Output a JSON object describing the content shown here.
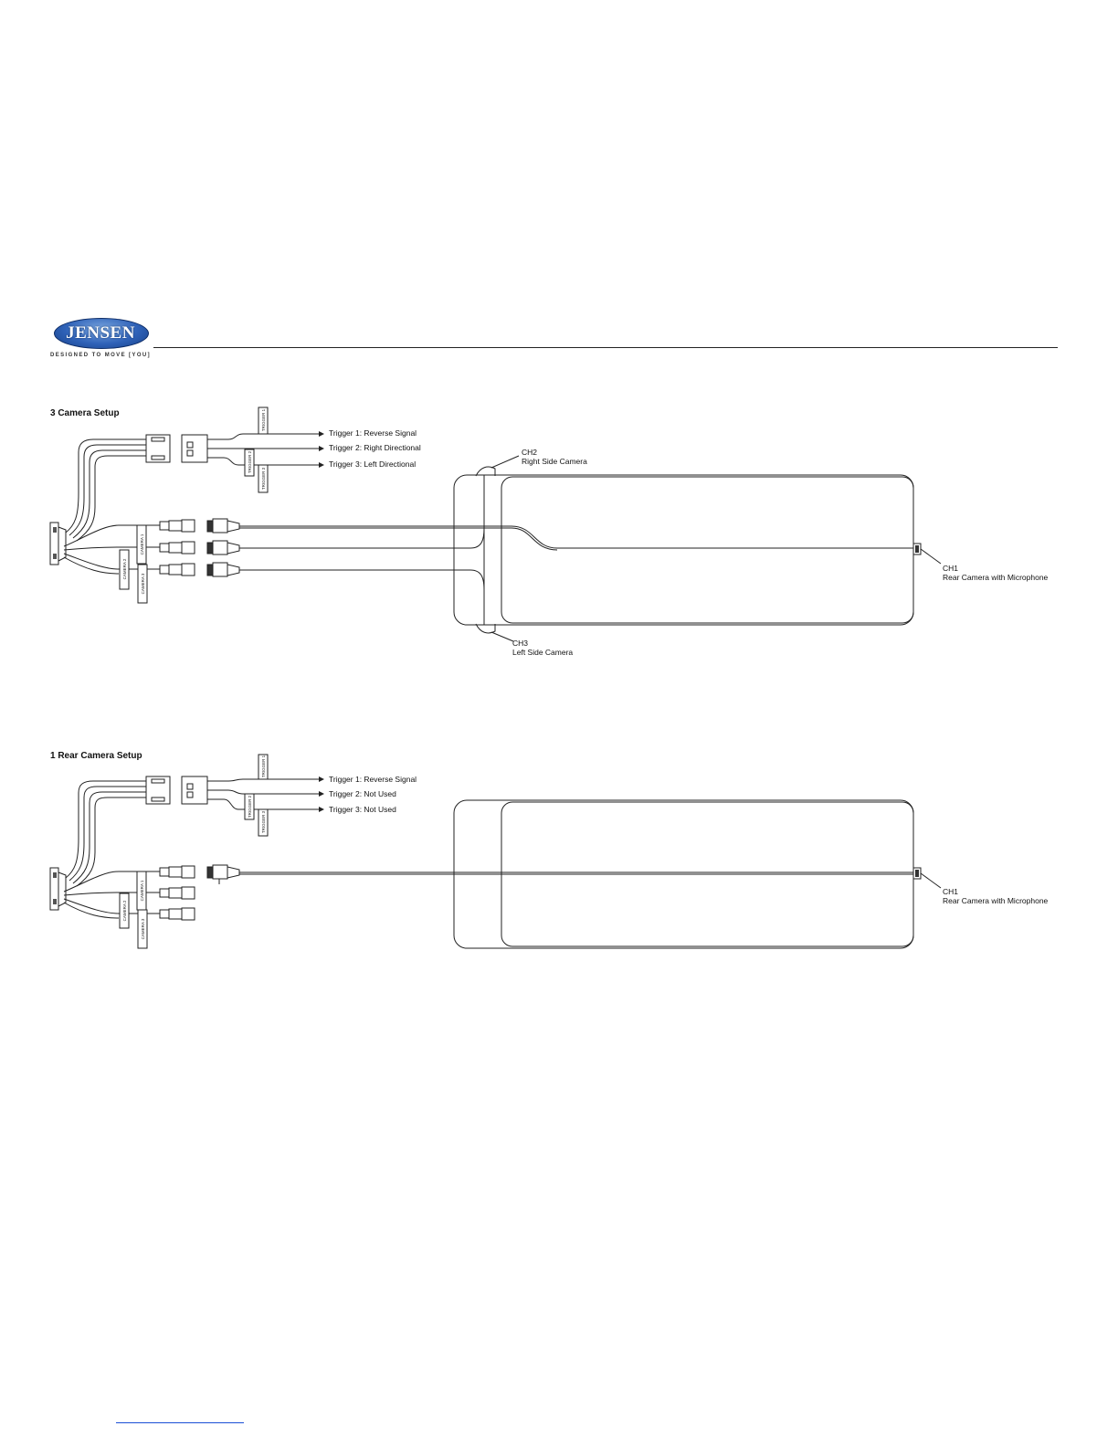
{
  "brand": {
    "logo_text": "JENSEN",
    "tagline": "DESIGNED TO MOVE [YOU]"
  },
  "diagram1": {
    "title": "3 Camera Setup",
    "triggers": [
      "Trigger 1: Reverse Signal",
      "Trigger 2: Right Directional",
      "Trigger 3: Left Directional"
    ],
    "connector_tags": [
      "TRIGGER 1",
      "TRIGGER 2",
      "TRIGGER 3",
      "CAMERA 1",
      "CAMERA 2",
      "CAMERA 3"
    ],
    "ch2": {
      "label": "CH2",
      "desc": "Right Side Camera"
    },
    "ch3": {
      "label": "CH3",
      "desc": "Left Side Camera"
    },
    "ch1": {
      "label": "CH1",
      "desc": "Rear Camera with Microphone"
    }
  },
  "diagram2": {
    "title": "1 Rear Camera Setup",
    "triggers": [
      "Trigger 1: Reverse Signal",
      "Trigger 2: Not Used",
      "Trigger 3: Not Used"
    ],
    "connector_tags": [
      "TRIGGER 1",
      "TRIGGER 2",
      "TRIGGER 3",
      "CAMERA 1",
      "CAMERA 2",
      "CAMERA 3"
    ],
    "ch1": {
      "label": "CH1",
      "desc": "Rear Camera with Microphone"
    }
  },
  "colors": {
    "line": "#222222",
    "brand_blue": "#2f62b8",
    "link": "#1a4fd6"
  }
}
